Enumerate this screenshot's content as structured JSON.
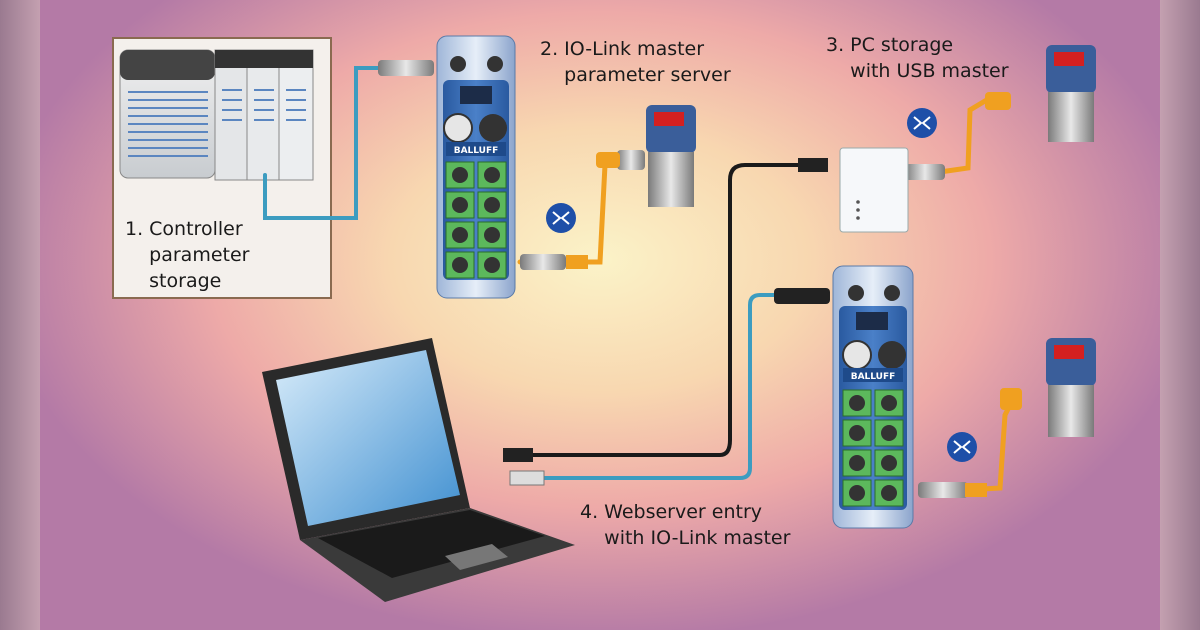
{
  "labels": {
    "controller": "1. Controller\n    parameter\n    storage",
    "iolink_master": "2. IO-Link master\n    parameter server",
    "pc_storage": "3. PC storage\n    with USB master",
    "webserver": "4. Webserver entry\n    with IO-Link master"
  },
  "brand": "BALLUFF",
  "colors": {
    "cable_blue": "#3c9cc0",
    "cable_orange": "#f0a020",
    "cable_black": "#1a1a1a",
    "module_blue": "#3d6fb8",
    "port_green": "#5cb85c",
    "sensor_display": "#d42020"
  },
  "icons": [
    "iolink-symbol-icon"
  ]
}
